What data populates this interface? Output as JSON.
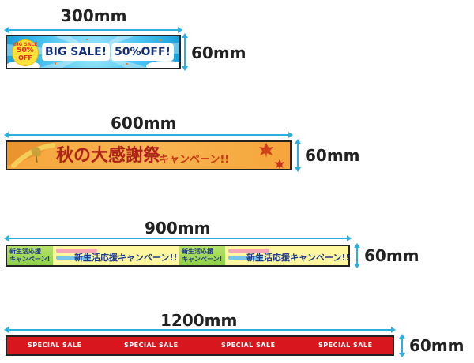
{
  "dimensions": [
    {
      "width_label": "300mm",
      "height_label": "60mm"
    },
    {
      "width_label": "600mm",
      "height_label": "60mm"
    },
    {
      "width_label": "900mm",
      "height_label": "60mm"
    },
    {
      "width_label": "1200mm",
      "height_label": "60mm"
    }
  ],
  "banner1": {
    "badge_small": "BIG SALE",
    "badge_percent": "50%",
    "badge_off": "OFF",
    "text1": "BIG SALE!",
    "text2": "50%OFF!"
  },
  "banner2": {
    "title": "秋の大感謝祭",
    "subtitle": "キャンペーン!!"
  },
  "banner3": {
    "left_title_line1": "新生活応援",
    "left_title_line2": "キャンペーン!",
    "main_text": "新生活応援キャンペーン!!"
  },
  "banner4": {
    "sale_text": "SPECIAL SALE"
  },
  "colors": {
    "accent_line": "#2ab0e0",
    "banner4_red": "#d8161d",
    "banner2_orange": "#f6a53a"
  }
}
